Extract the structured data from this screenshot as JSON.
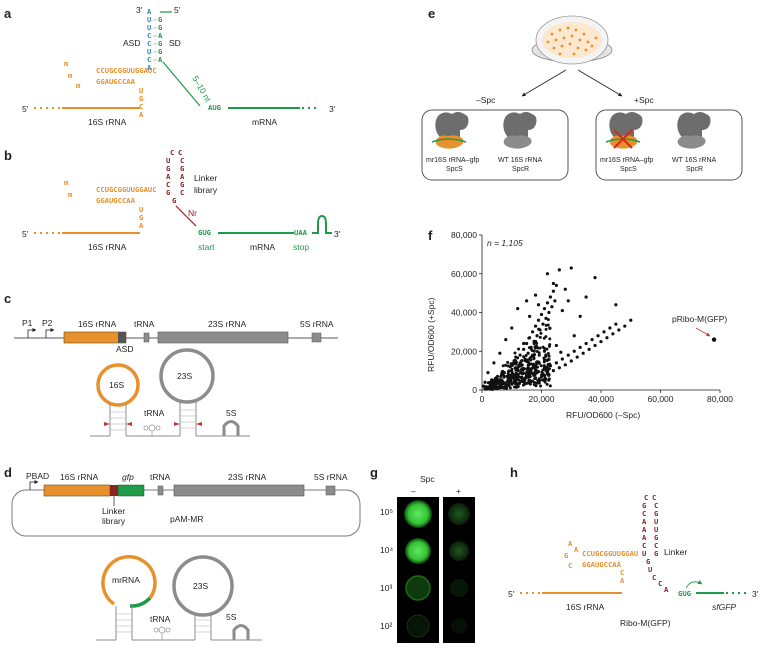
{
  "panels": {
    "a": {
      "letter": "a",
      "asd": "ASD",
      "sd": "SD",
      "spacer": "5–10 nt",
      "start_codon": "AUG",
      "rrna": "16S rRNA",
      "mrna": "mRNA",
      "five": "5′",
      "three": "3′",
      "loop_top": "CCUGCGGUUGGAUC",
      "loop_bottom": "GGAUGCCAA",
      "asd_seq": "ACUUUCCUCA",
      "sd_seq": "AGGAGG"
    },
    "b": {
      "letter": "b",
      "linker": "Linker",
      "library": "library",
      "nr": "Nr",
      "start": "start",
      "stop": "stop",
      "start_codon": "GUG",
      "stop_codon": "UAA",
      "rrna": "16S rRNA",
      "mrna": "mRNA",
      "five": "5′",
      "three": "3′",
      "loop_top": "CCUGCGGUUGGAUC",
      "loop_bottom": "GGAUGCCAA"
    },
    "c": {
      "letter": "c",
      "p1": "P1",
      "p2": "P2",
      "s16": "16S rRNA",
      "trna": "tRNA",
      "s23": "23S rRNA",
      "s5": "5S rRNA",
      "asd": "ASD",
      "loop16": "16S",
      "loop23": "23S",
      "trna_small": "tRNA",
      "s5_small": "5S"
    },
    "d": {
      "letter": "d",
      "pbad": "PBAD",
      "s16": "16S rRNA",
      "gfp": "gfp",
      "trna": "tRNA",
      "s23": "23S rRNA",
      "s5": "5S rRNA",
      "linker": "Linker",
      "library": "library",
      "plasmid": "pAM-MR",
      "loop_mrna": "mrRNA",
      "loop23": "23S",
      "trna_small": "tRNA",
      "s5_small": "5S"
    },
    "e": {
      "letter": "e",
      "minus": "–Spc",
      "plus": "+Spc",
      "mr_label": "mr16S rRNA–gfp",
      "mr_res": "SpcS",
      "wt_label": "WT 16S rRNA",
      "wt_res": "SpcR"
    },
    "f": {
      "letter": "f",
      "n_label": "n = 1,105",
      "callout": "pRibo-M(GFP)",
      "xlabel": "RFU/OD600 (–Spc)",
      "ylabel": "RFU/OD600 (+Spc)"
    },
    "g": {
      "letter": "g",
      "header": "Spc",
      "minus": "–",
      "plus": "+",
      "dilutions": [
        "10⁵",
        "10⁴",
        "10³",
        "10²"
      ]
    },
    "h": {
      "letter": "h",
      "linker": "Linker",
      "rrna": "16S rRNA",
      "construct": "Ribo-M(GFP)",
      "gene": "sfGFP",
      "start_codon": "GUG",
      "five": "5′",
      "three": "3′",
      "loop_top": "CCUGCGGUUGGAU",
      "loop_bottom": "GGAUGCCAA"
    }
  },
  "colors": {
    "orange": "#e8912c",
    "green": "#1f9a48",
    "blue": "#2b89b8",
    "darkred": "#8b2323",
    "gray": "#8c8c8c"
  },
  "chart_data": {
    "type": "scatter",
    "title": "",
    "xlabel": "RFU/OD600 (–Spc)",
    "ylabel": "RFU/OD600 (+Spc)",
    "xlim": [
      0,
      80000
    ],
    "ylim": [
      0,
      80000
    ],
    "xticks": [
      "0",
      "20,000",
      "40,000",
      "60,000",
      "80,000"
    ],
    "yticks": [
      "0",
      "20,000",
      "40,000",
      "60,000",
      "80,000"
    ],
    "annotation": "n = 1,105",
    "highlight": {
      "label": "pRibo-M(GFP)",
      "x": 78000,
      "y": 26000
    },
    "series": [
      {
        "values": [
          [
            1200,
            1500
          ],
          [
            2500,
            3800
          ],
          [
            3800,
            2200
          ],
          [
            5000,
            6500
          ],
          [
            6200,
            4000
          ],
          [
            7500,
            9000
          ],
          [
            8800,
            6000
          ],
          [
            9500,
            12000
          ],
          [
            10500,
            8000
          ],
          [
            11200,
            15000
          ],
          [
            12000,
            10500
          ],
          [
            12800,
            18000
          ],
          [
            13500,
            13000
          ],
          [
            14000,
            21000
          ],
          [
            14500,
            16000
          ],
          [
            15000,
            24000
          ],
          [
            15500,
            19000
          ],
          [
            16000,
            27000
          ],
          [
            16500,
            22000
          ],
          [
            17000,
            30000
          ],
          [
            17500,
            25000
          ],
          [
            18000,
            33000
          ],
          [
            18500,
            28000
          ],
          [
            19000,
            36000
          ],
          [
            19500,
            31000
          ],
          [
            20000,
            39000
          ],
          [
            20500,
            34000
          ],
          [
            21000,
            42000
          ],
          [
            21500,
            37000
          ],
          [
            22000,
            45000
          ],
          [
            22500,
            40000
          ],
          [
            23000,
            48000
          ],
          [
            23500,
            43000
          ],
          [
            24000,
            51000
          ],
          [
            24500,
            46000
          ],
          [
            25000,
            54000
          ],
          [
            3000,
            800
          ],
          [
            4500,
            2500
          ],
          [
            6000,
            1800
          ],
          [
            7000,
            3500
          ],
          [
            8000,
            2000
          ],
          [
            9000,
            4500
          ],
          [
            10000,
            3000
          ],
          [
            11000,
            5500
          ],
          [
            12000,
            2800
          ],
          [
            13000,
            6500
          ],
          [
            14000,
            4200
          ],
          [
            15000,
            7500
          ],
          [
            16000,
            5000
          ],
          [
            17000,
            8500
          ],
          [
            18000,
            6200
          ],
          [
            19000,
            9500
          ],
          [
            20000,
            7000
          ],
          [
            21000,
            11000
          ],
          [
            22000,
            8500
          ],
          [
            23000,
            12500
          ],
          [
            24000,
            10000
          ],
          [
            25000,
            14000
          ],
          [
            26000,
            11500
          ],
          [
            27000,
            16000
          ],
          [
            28000,
            13000
          ],
          [
            29000,
            18000
          ],
          [
            30000,
            15000
          ],
          [
            31000,
            20000
          ],
          [
            32000,
            17000
          ],
          [
            33000,
            22000
          ],
          [
            34000,
            19000
          ],
          [
            35000,
            24000
          ],
          [
            36000,
            21000
          ],
          [
            37000,
            26000
          ],
          [
            38000,
            23000
          ],
          [
            39000,
            28000
          ],
          [
            40000,
            25000
          ],
          [
            41000,
            30000
          ],
          [
            42000,
            27000
          ],
          [
            43000,
            32000
          ],
          [
            44000,
            29000
          ],
          [
            45000,
            34000
          ],
          [
            46000,
            31000
          ],
          [
            48000,
            33000
          ],
          [
            50000,
            36000
          ],
          [
            22000,
            60000
          ],
          [
            26000,
            62000
          ],
          [
            30000,
            63000
          ],
          [
            38000,
            58000
          ],
          [
            45000,
            44000
          ],
          [
            12000,
            42000
          ],
          [
            15000,
            46000
          ],
          [
            18000,
            49000
          ],
          [
            28000,
            52000
          ],
          [
            35000,
            48000
          ],
          [
            10000,
            32000
          ],
          [
            8000,
            26000
          ],
          [
            6000,
            19000
          ],
          [
            4000,
            14000
          ],
          [
            2000,
            9000
          ],
          [
            1000,
            4000
          ],
          [
            500,
            2000
          ],
          [
            1500,
            600
          ],
          [
            2800,
            1200
          ],
          [
            3500,
            400
          ],
          [
            5500,
            1000
          ],
          [
            16000,
            38000
          ],
          [
            19000,
            44000
          ],
          [
            24000,
            55000
          ],
          [
            27000,
            41000
          ],
          [
            33000,
            38000
          ],
          [
            29000,
            46000
          ],
          [
            14000,
            24000
          ],
          [
            17000,
            18000
          ],
          [
            21000,
            20000
          ],
          [
            25000,
            23000
          ],
          [
            31000,
            28000
          ],
          [
            13000,
            9000
          ],
          [
            15500,
            11500
          ],
          [
            18500,
            14500
          ],
          [
            22500,
            17500
          ],
          [
            26500,
            19500
          ],
          [
            11500,
            7000
          ],
          [
            9000,
            7500
          ],
          [
            7000,
            8000
          ],
          [
            5000,
            5000
          ]
        ]
      }
    ]
  }
}
